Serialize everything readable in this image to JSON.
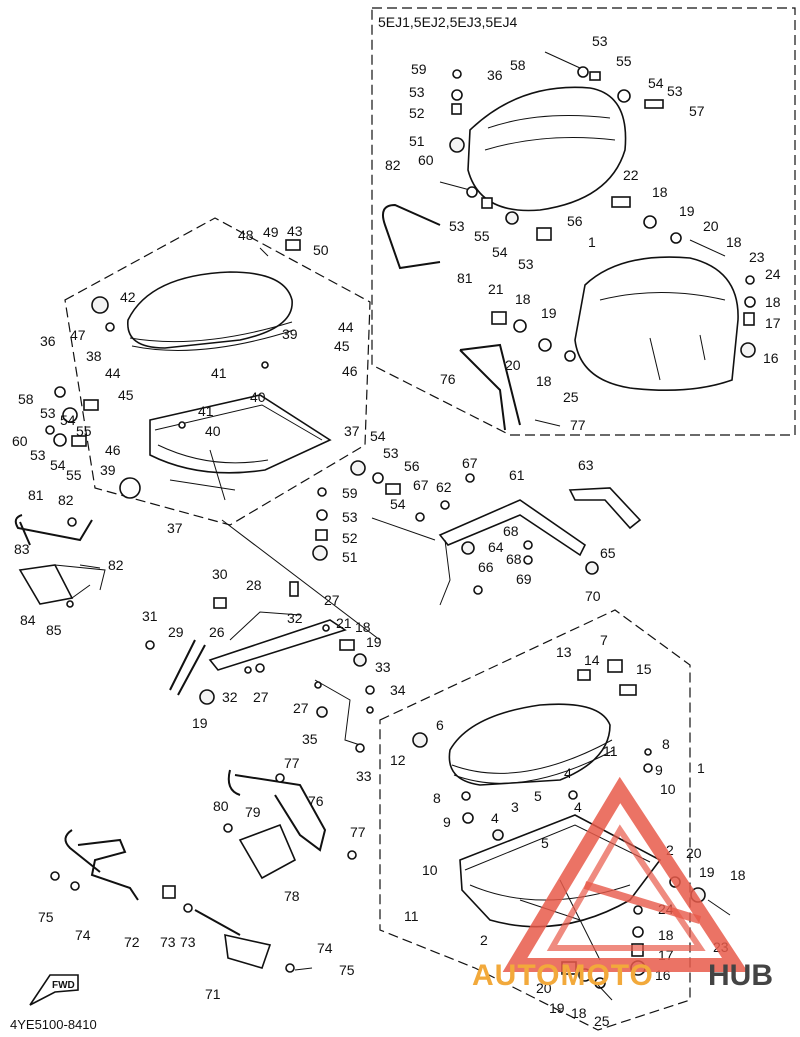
{
  "diagram": {
    "variant_label": "5EJ1,5EJ2,5EJ3,5EJ4",
    "drawing_code": "4YE5100-8410",
    "direction_marker": "FWD",
    "watermark": {
      "text_part1": "AUTOMOTO",
      "text_part2": "HUB",
      "colors": {
        "primary": "#e85a4a",
        "accent": "#f2a93b",
        "dark": "#444444"
      }
    }
  }
}
